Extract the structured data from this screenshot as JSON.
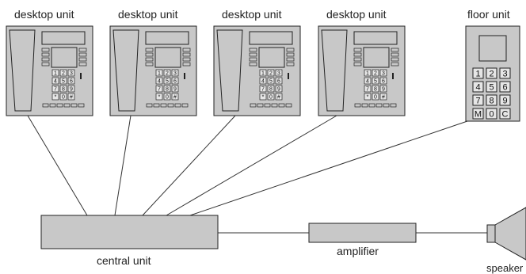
{
  "diagram": {
    "desktop_units": [
      {
        "label": "desktop unit"
      },
      {
        "label": "desktop unit"
      },
      {
        "label": "desktop unit"
      },
      {
        "label": "desktop unit"
      }
    ],
    "desktop_keypad": [
      "1",
      "2",
      "3",
      "4",
      "5",
      "6",
      "7",
      "8",
      "9",
      "*",
      "0",
      "#"
    ],
    "floor_unit": {
      "label": "floor unit",
      "keypad": [
        "1",
        "2",
        "3",
        "4",
        "5",
        "6",
        "7",
        "8",
        "9",
        "M",
        "0",
        "C"
      ]
    },
    "central_unit": {
      "label": "central unit"
    },
    "amplifier": {
      "label": "amplifier"
    },
    "speaker": {
      "label": "speaker"
    }
  },
  "colors": {
    "device_fill": "#c8c8c8",
    "stroke": "#222222"
  }
}
